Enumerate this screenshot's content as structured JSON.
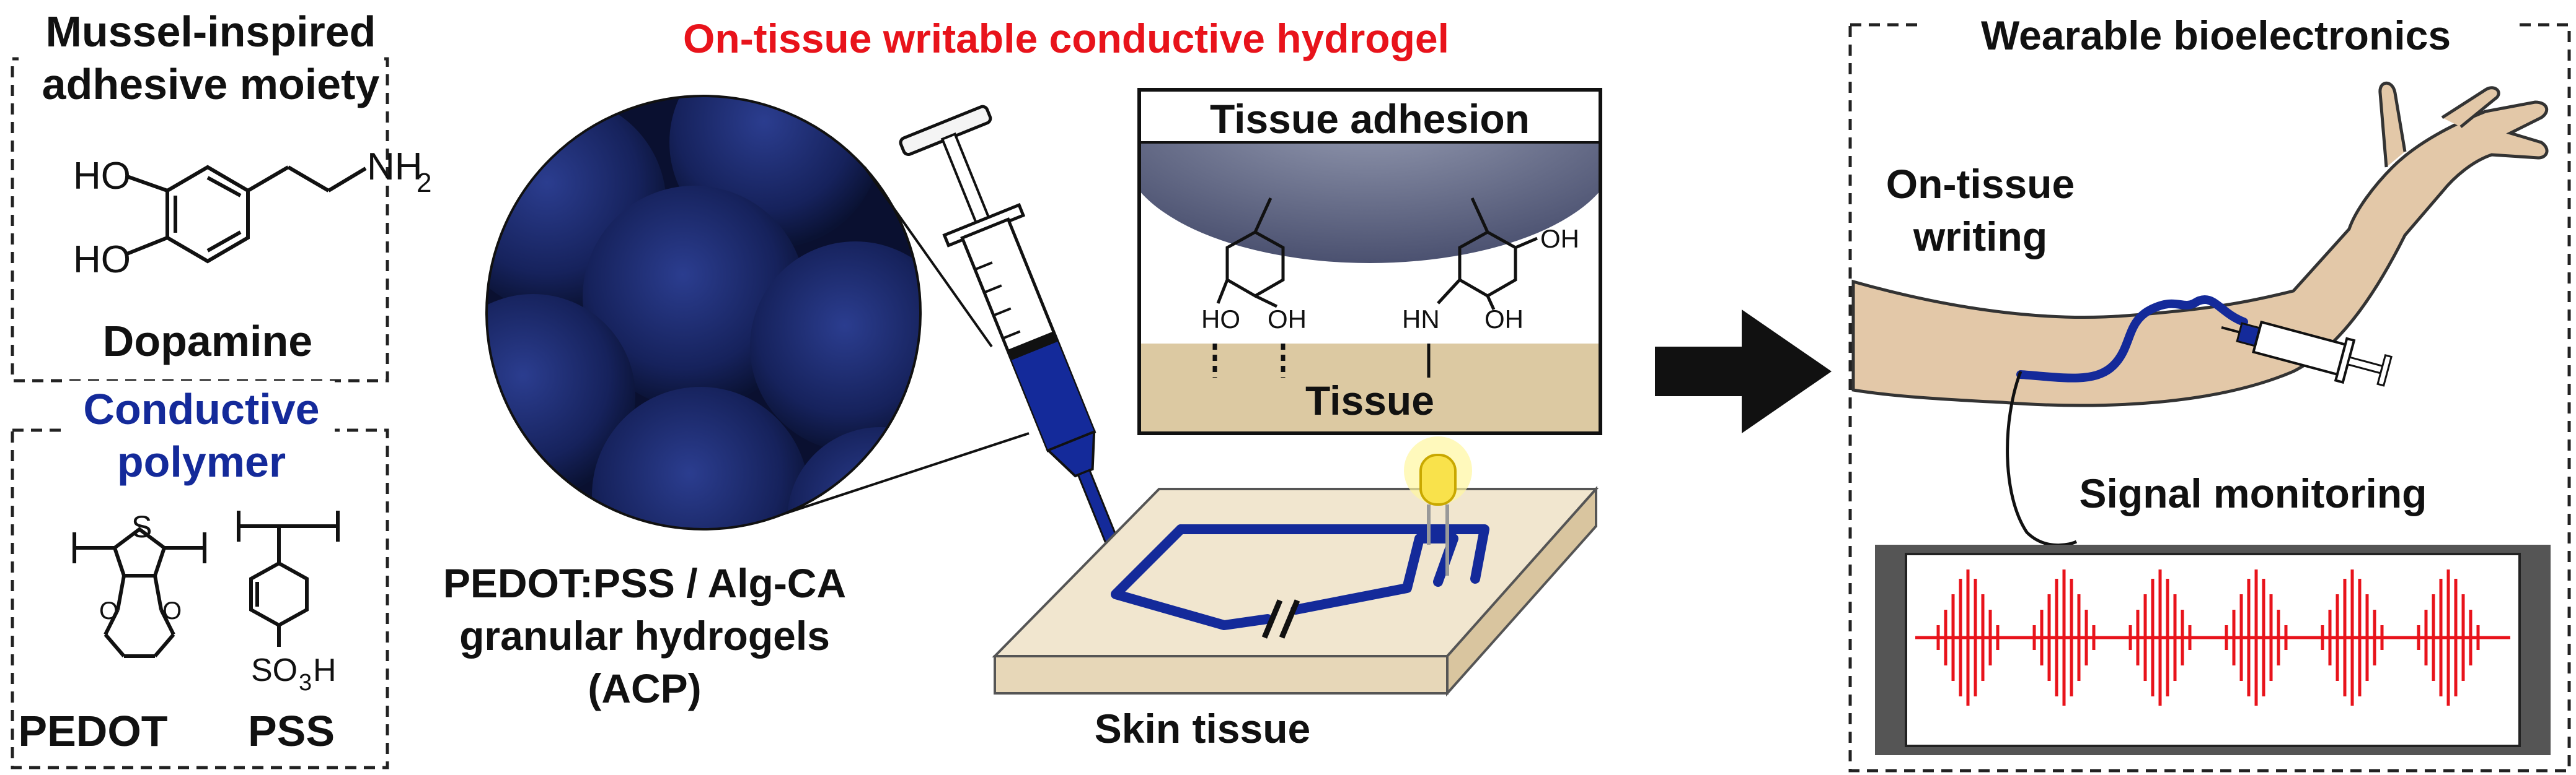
{
  "colors": {
    "accent_red": "#e8131b",
    "conductive_blue": "#142a9a",
    "hydrogel_navy": "#1c2a6b",
    "skin": "#e3c8a8",
    "tissue_sand": "#dcc9a2",
    "monitor_frame": "#555555",
    "signal_red": "#e8131b"
  },
  "left_panel": {
    "adhesive_title_line1": "Mussel-inspired",
    "adhesive_title_line2": "adhesive moiety",
    "dopamine": {
      "ho_top": "HO",
      "ho_bottom": "HO",
      "nh2": "NH",
      "nh2_sub": "2",
      "name": "Dopamine"
    },
    "polymer_title_line1": "Conductive",
    "polymer_title_line2": "polymer",
    "pedot": {
      "s": "S",
      "name": "PEDOT"
    },
    "pss": {
      "so3h": "SO",
      "so3h_sub": "3",
      "so3h_h": "H",
      "name": "PSS"
    }
  },
  "center_panel": {
    "title": "On-tissue writable conductive hydrogel",
    "material_line1": "PEDOT:PSS / Alg-CA",
    "material_line2": "granular hydrogels",
    "material_line3": "(ACP)",
    "skin_tissue_label": "Skin tissue",
    "inset": {
      "title": "Tissue adhesion",
      "tissue_label": "Tissue",
      "left_ho": "HO",
      "left_oh": "OH",
      "right_hn": "HN",
      "right_oh_top": "OH",
      "right_oh_bottom": "OH"
    }
  },
  "right_panel": {
    "title": "Wearable bioelectronics",
    "writing_line1": "On-tissue",
    "writing_line2": "writing",
    "monitoring_label": "Signal monitoring"
  },
  "icons": [
    "syringe-icon",
    "led-icon",
    "battery-icon",
    "arrow-right-icon",
    "arm-icon"
  ]
}
